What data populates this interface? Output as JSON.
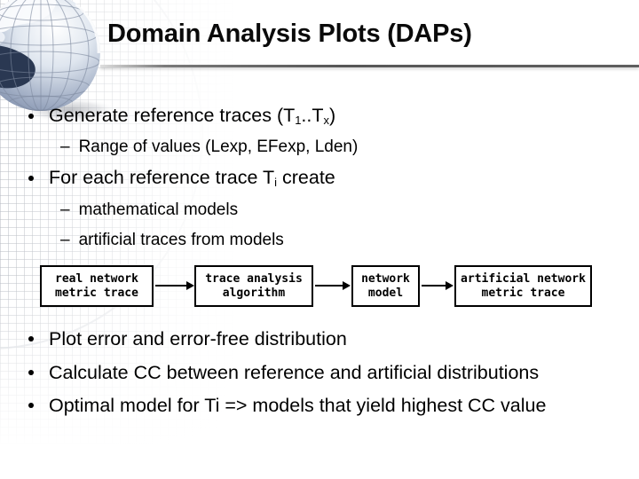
{
  "slide": {
    "title": "Domain Analysis Plots (DAPs)"
  },
  "bullets": {
    "marker": "•",
    "dash": "–",
    "b1": {
      "pre": "Generate reference traces (T",
      "sub1": "1",
      "mid": "..T",
      "sub2": "x",
      "post": ")"
    },
    "s1": {
      "text": "Range of values (Lexp, EFexp, Lden)"
    },
    "b2": {
      "pre": "For each reference trace T",
      "sub1": "i",
      "post": " create"
    },
    "s2": {
      "text": "mathematical models"
    },
    "s3": {
      "text": "artificial traces from models"
    },
    "b3": {
      "text": "Plot error and error-free distribution"
    },
    "b4": {
      "text": "Calculate CC between reference and artificial distributions"
    },
    "b5": {
      "text": "Optimal model for Ti => models that yield highest CC value"
    }
  },
  "diagram": {
    "boxes": [
      {
        "line1": "real network",
        "line2": "metric trace"
      },
      {
        "line1": "trace analysis",
        "line2": "algorithm"
      },
      {
        "line1": "network",
        "line2": "model"
      },
      {
        "line1": "artificial network",
        "line2": "metric trace"
      }
    ],
    "arrow_icon": "right-arrow-icon"
  },
  "icons": {
    "globe": "globe-icon"
  },
  "colors": {
    "background": "#ffffff",
    "text": "#000000",
    "title_rule": "#565656",
    "box_border": "#000000",
    "globe_ocean": "#8493af",
    "globe_land_dark": "#2a3852",
    "globe_land_light": "#fafbfd",
    "grid_pattern": "#b2b6be"
  }
}
